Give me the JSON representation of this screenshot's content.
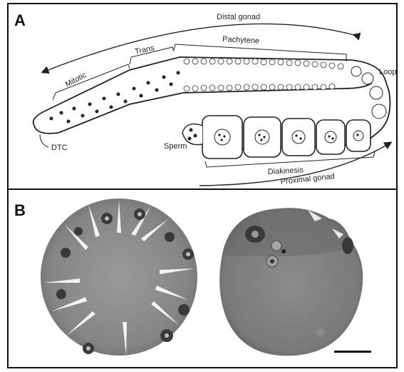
{
  "panels": {
    "a": {
      "letter": "A",
      "labels": {
        "distal_gonad": "Distal gonad",
        "pachytene": "Pachytene",
        "trans": "Trans",
        "mitotic": "Mitotic",
        "loop": "Loop",
        "sperm": "Sperm",
        "dtc": "DTC",
        "diakinesis": "Diakinesis",
        "proximal_gonad": "Proximal gonad"
      }
    },
    "b": {
      "letter": "B"
    }
  }
}
